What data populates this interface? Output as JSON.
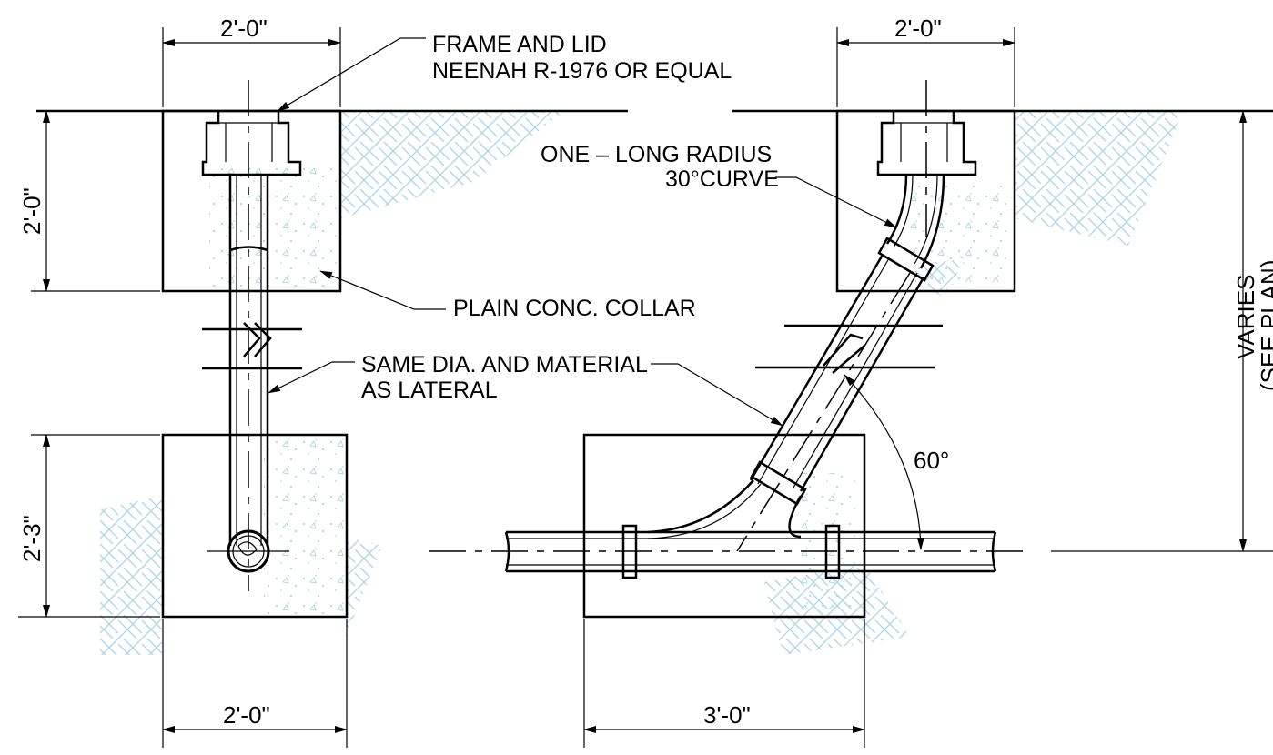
{
  "colors": {
    "ink": "#000000",
    "soil_hatch": "#a9d4ea",
    "concrete_stipple": "#9fcde3"
  },
  "dimensions": {
    "top_left_width": "2'-0\"",
    "top_right_width": "2'-0\"",
    "collar_height": "2'-0\"",
    "base_height": "2'-3\"",
    "bottom_left_width": "2'-0\"",
    "bottom_right_width": "3'-0\"",
    "varies": "VARIES",
    "varies_sub": "(SEE PLAN)"
  },
  "angle": {
    "value": "60°"
  },
  "notes": {
    "frame_line1": "FRAME AND LID",
    "frame_line2": "NEENAH R-1976 OR EQUAL",
    "curve_line1": "ONE – LONG RADIUS",
    "curve_line2": "30°CURVE",
    "collar": "PLAIN CONC. COLLAR",
    "material_line1": "SAME DIA. AND MATERIAL",
    "material_line2": "AS LATERAL"
  }
}
